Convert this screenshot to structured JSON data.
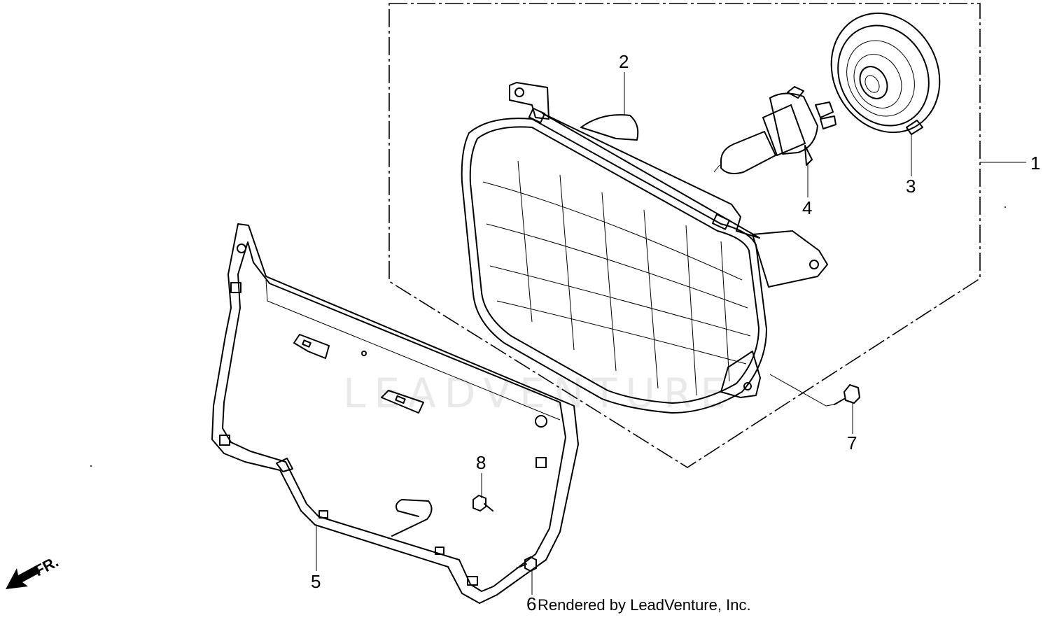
{
  "callouts": [
    {
      "id": "1",
      "label": "1"
    },
    {
      "id": "2",
      "label": "2"
    },
    {
      "id": "3",
      "label": "3"
    },
    {
      "id": "4",
      "label": "4"
    },
    {
      "id": "5",
      "label": "5"
    },
    {
      "id": "6",
      "label": "6"
    },
    {
      "id": "7",
      "label": "7"
    },
    {
      "id": "8",
      "label": "8"
    }
  ],
  "direction_label": "FR.",
  "credit": "Rendered by LeadVenture, Inc.",
  "watermark_text": "LEADVENTURE"
}
